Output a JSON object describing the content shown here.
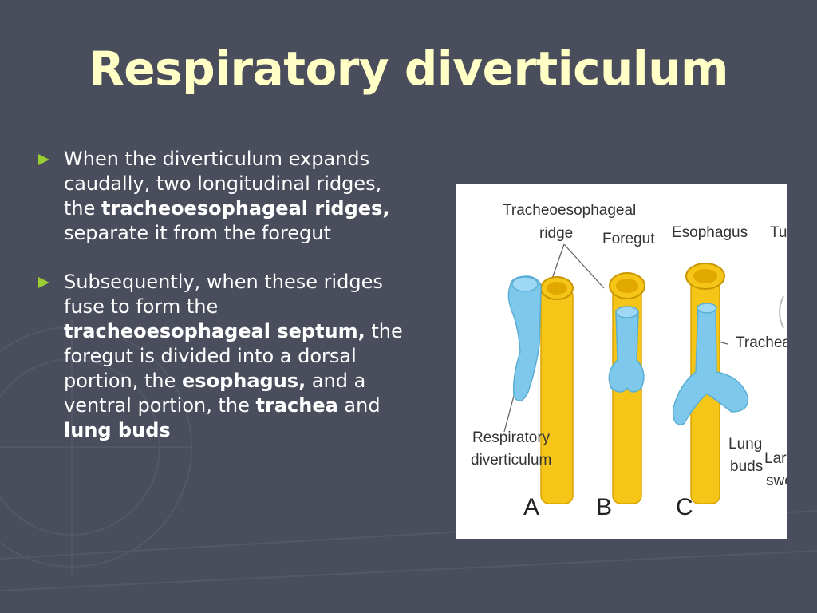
{
  "slide": {
    "title": "Respiratory diverticulum",
    "bullets": [
      {
        "segments": [
          {
            "text": "When the diverticulum expands caudally, two longitudinal ridges, the ",
            "bold": false
          },
          {
            "text": "tracheoesophageal ridges,",
            "bold": true
          },
          {
            "text": " separate it from the foregut",
            "bold": false
          }
        ]
      },
      {
        "segments": [
          {
            "text": "Subsequently, when these ridges fuse to form the ",
            "bold": false
          },
          {
            "text": "tracheoesophageal septum,",
            "bold": true
          },
          {
            "text": " the foregut is divided into a dorsal portion, the ",
            "bold": false
          },
          {
            "text": "esophagus,",
            "bold": true
          },
          {
            "text": " and a ventral portion, the ",
            "bold": false
          },
          {
            "text": "trachea",
            "bold": true
          },
          {
            "text": " and ",
            "bold": false
          },
          {
            "text": "lung buds",
            "bold": true
          }
        ]
      }
    ]
  },
  "figure": {
    "labels": {
      "tracheoesophageal_ridge_line1": "Tracheoesophageal",
      "tracheoesophageal_ridge_line2": "ridge",
      "foregut": "Foregut",
      "esophagus": "Esophagus",
      "tube_partial": "Tu",
      "trachea": "Trachea",
      "respiratory_line1": "Respiratory",
      "respiratory_line2": "diverticulum",
      "lung_line1": "Lung",
      "lung_line2": "buds",
      "larynx_partial_line1": "Lary",
      "larynx_partial_line2": "swe"
    },
    "panels": [
      "A",
      "B",
      "C"
    ],
    "colors": {
      "esophagus": "#f5c518",
      "respiratory": "#7ec8ec"
    }
  }
}
